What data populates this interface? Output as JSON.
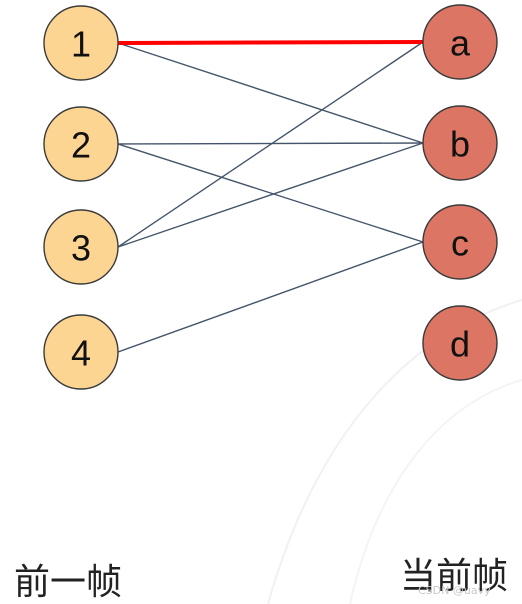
{
  "graph": {
    "left_nodes": [
      {
        "id": "1",
        "label": "1"
      },
      {
        "id": "2",
        "label": "2"
      },
      {
        "id": "3",
        "label": "3"
      },
      {
        "id": "4",
        "label": "4"
      }
    ],
    "right_nodes": [
      {
        "id": "a",
        "label": "a"
      },
      {
        "id": "b",
        "label": "b"
      },
      {
        "id": "c",
        "label": "c"
      },
      {
        "id": "d",
        "label": "d"
      }
    ],
    "edges": [
      {
        "from": "1",
        "to": "a",
        "highlighted": true
      },
      {
        "from": "1",
        "to": "b",
        "highlighted": false
      },
      {
        "from": "2",
        "to": "b",
        "highlighted": false
      },
      {
        "from": "2",
        "to": "c",
        "highlighted": false
      },
      {
        "from": "3",
        "to": "a",
        "highlighted": false
      },
      {
        "from": "3",
        "to": "b",
        "highlighted": false
      },
      {
        "from": "4",
        "to": "c",
        "highlighted": false
      }
    ]
  },
  "labels": {
    "previous_frame": "前一帧",
    "current_frame": "当前帧"
  },
  "watermark": "CSDN @uavy",
  "colors": {
    "left_node_fill": "#FDD592",
    "right_node_fill": "#DC7563",
    "node_stroke": "#3a3a3a",
    "edge": "#44546A",
    "highlight_edge": "#FF0000",
    "background": "#FFFFFF"
  }
}
